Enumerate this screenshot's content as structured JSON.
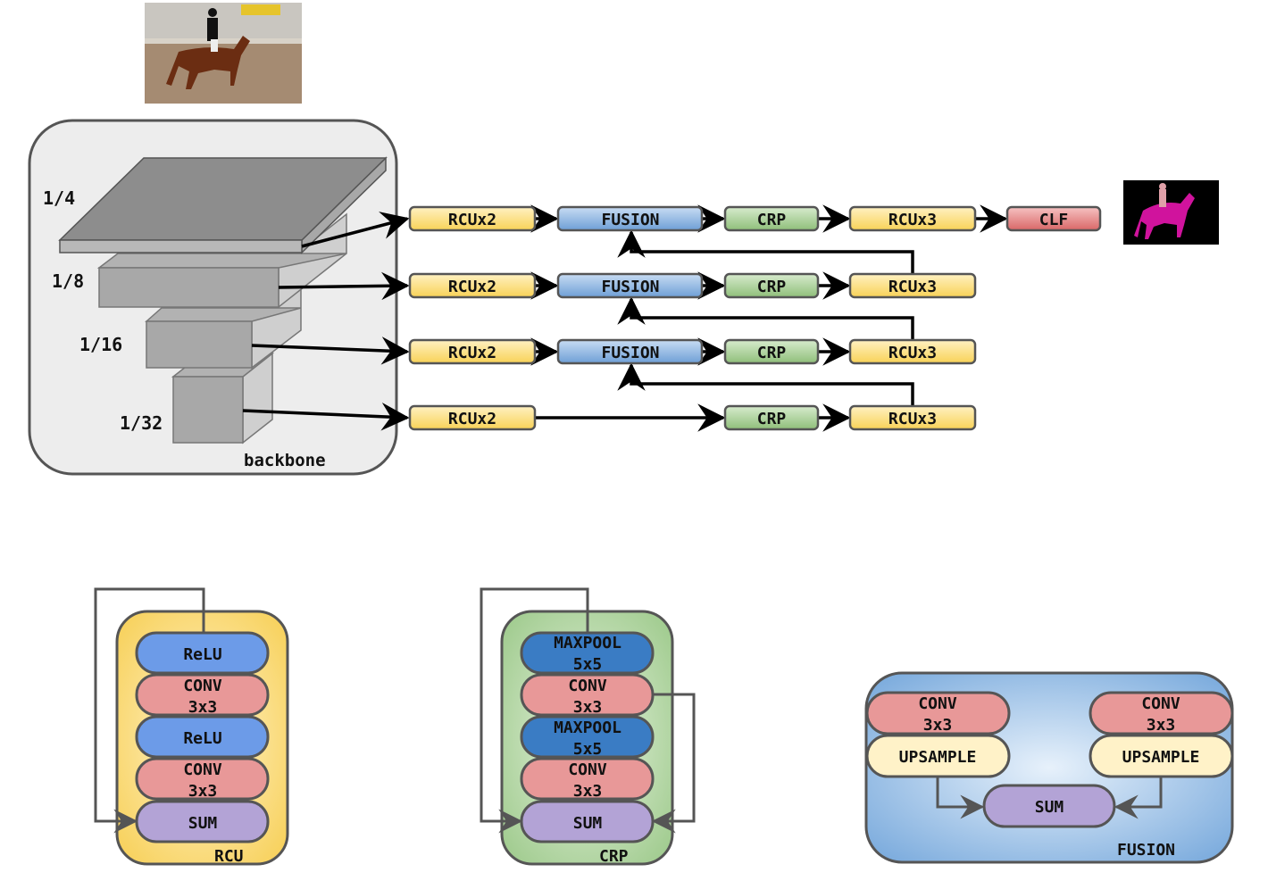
{
  "pipeline": {
    "scales": [
      "1/4",
      "1/8",
      "1/16",
      "1/32"
    ],
    "backbone_label": "backbone",
    "rows": [
      {
        "rcu_in": "RCUx2",
        "fusion": "FUSION",
        "crp": "CRP",
        "rcu_out": "RCUx3",
        "clf": "CLF"
      },
      {
        "rcu_in": "RCUx2",
        "fusion": "FUSION",
        "crp": "CRP",
        "rcu_out": "RCUx3"
      },
      {
        "rcu_in": "RCUx2",
        "fusion": "FUSION",
        "crp": "CRP",
        "rcu_out": "RCUx3"
      },
      {
        "rcu_in": "RCUx2",
        "crp": "CRP",
        "rcu_out": "RCUx3"
      }
    ]
  },
  "rcu_block": {
    "title": "RCU",
    "layers": [
      {
        "line1": "ReLU"
      },
      {
        "line1": "CONV",
        "line2": "3x3"
      },
      {
        "line1": "ReLU"
      },
      {
        "line1": "CONV",
        "line2": "3x3"
      },
      {
        "line1": "SUM"
      }
    ]
  },
  "crp_block": {
    "title": "CRP",
    "layers": [
      {
        "line1": "MAXPOOL",
        "line2": "5x5"
      },
      {
        "line1": "CONV",
        "line2": "3x3"
      },
      {
        "line1": "MAXPOOL",
        "line2": "5x5"
      },
      {
        "line1": "CONV",
        "line2": "3x3"
      },
      {
        "line1": "SUM"
      }
    ]
  },
  "fusion_block": {
    "title": "FUSION",
    "left": {
      "conv_line1": "CONV",
      "conv_line2": "3x3",
      "upsample": "UPSAMPLE"
    },
    "right": {
      "conv_line1": "CONV",
      "conv_line2": "3x3",
      "upsample": "UPSAMPLE"
    },
    "sum": "SUM"
  },
  "colors": {
    "rcu": "#fde08c",
    "fusion": "#8bb6e3",
    "crp": "#a9cf97",
    "clf": "#e48484",
    "relu": "#6c9be8",
    "conv": "#e89898",
    "maxpool": "#3a7cc4",
    "sum": "#b3a3d6",
    "upsample": "#fff2c8",
    "mask": "#d0139d"
  }
}
